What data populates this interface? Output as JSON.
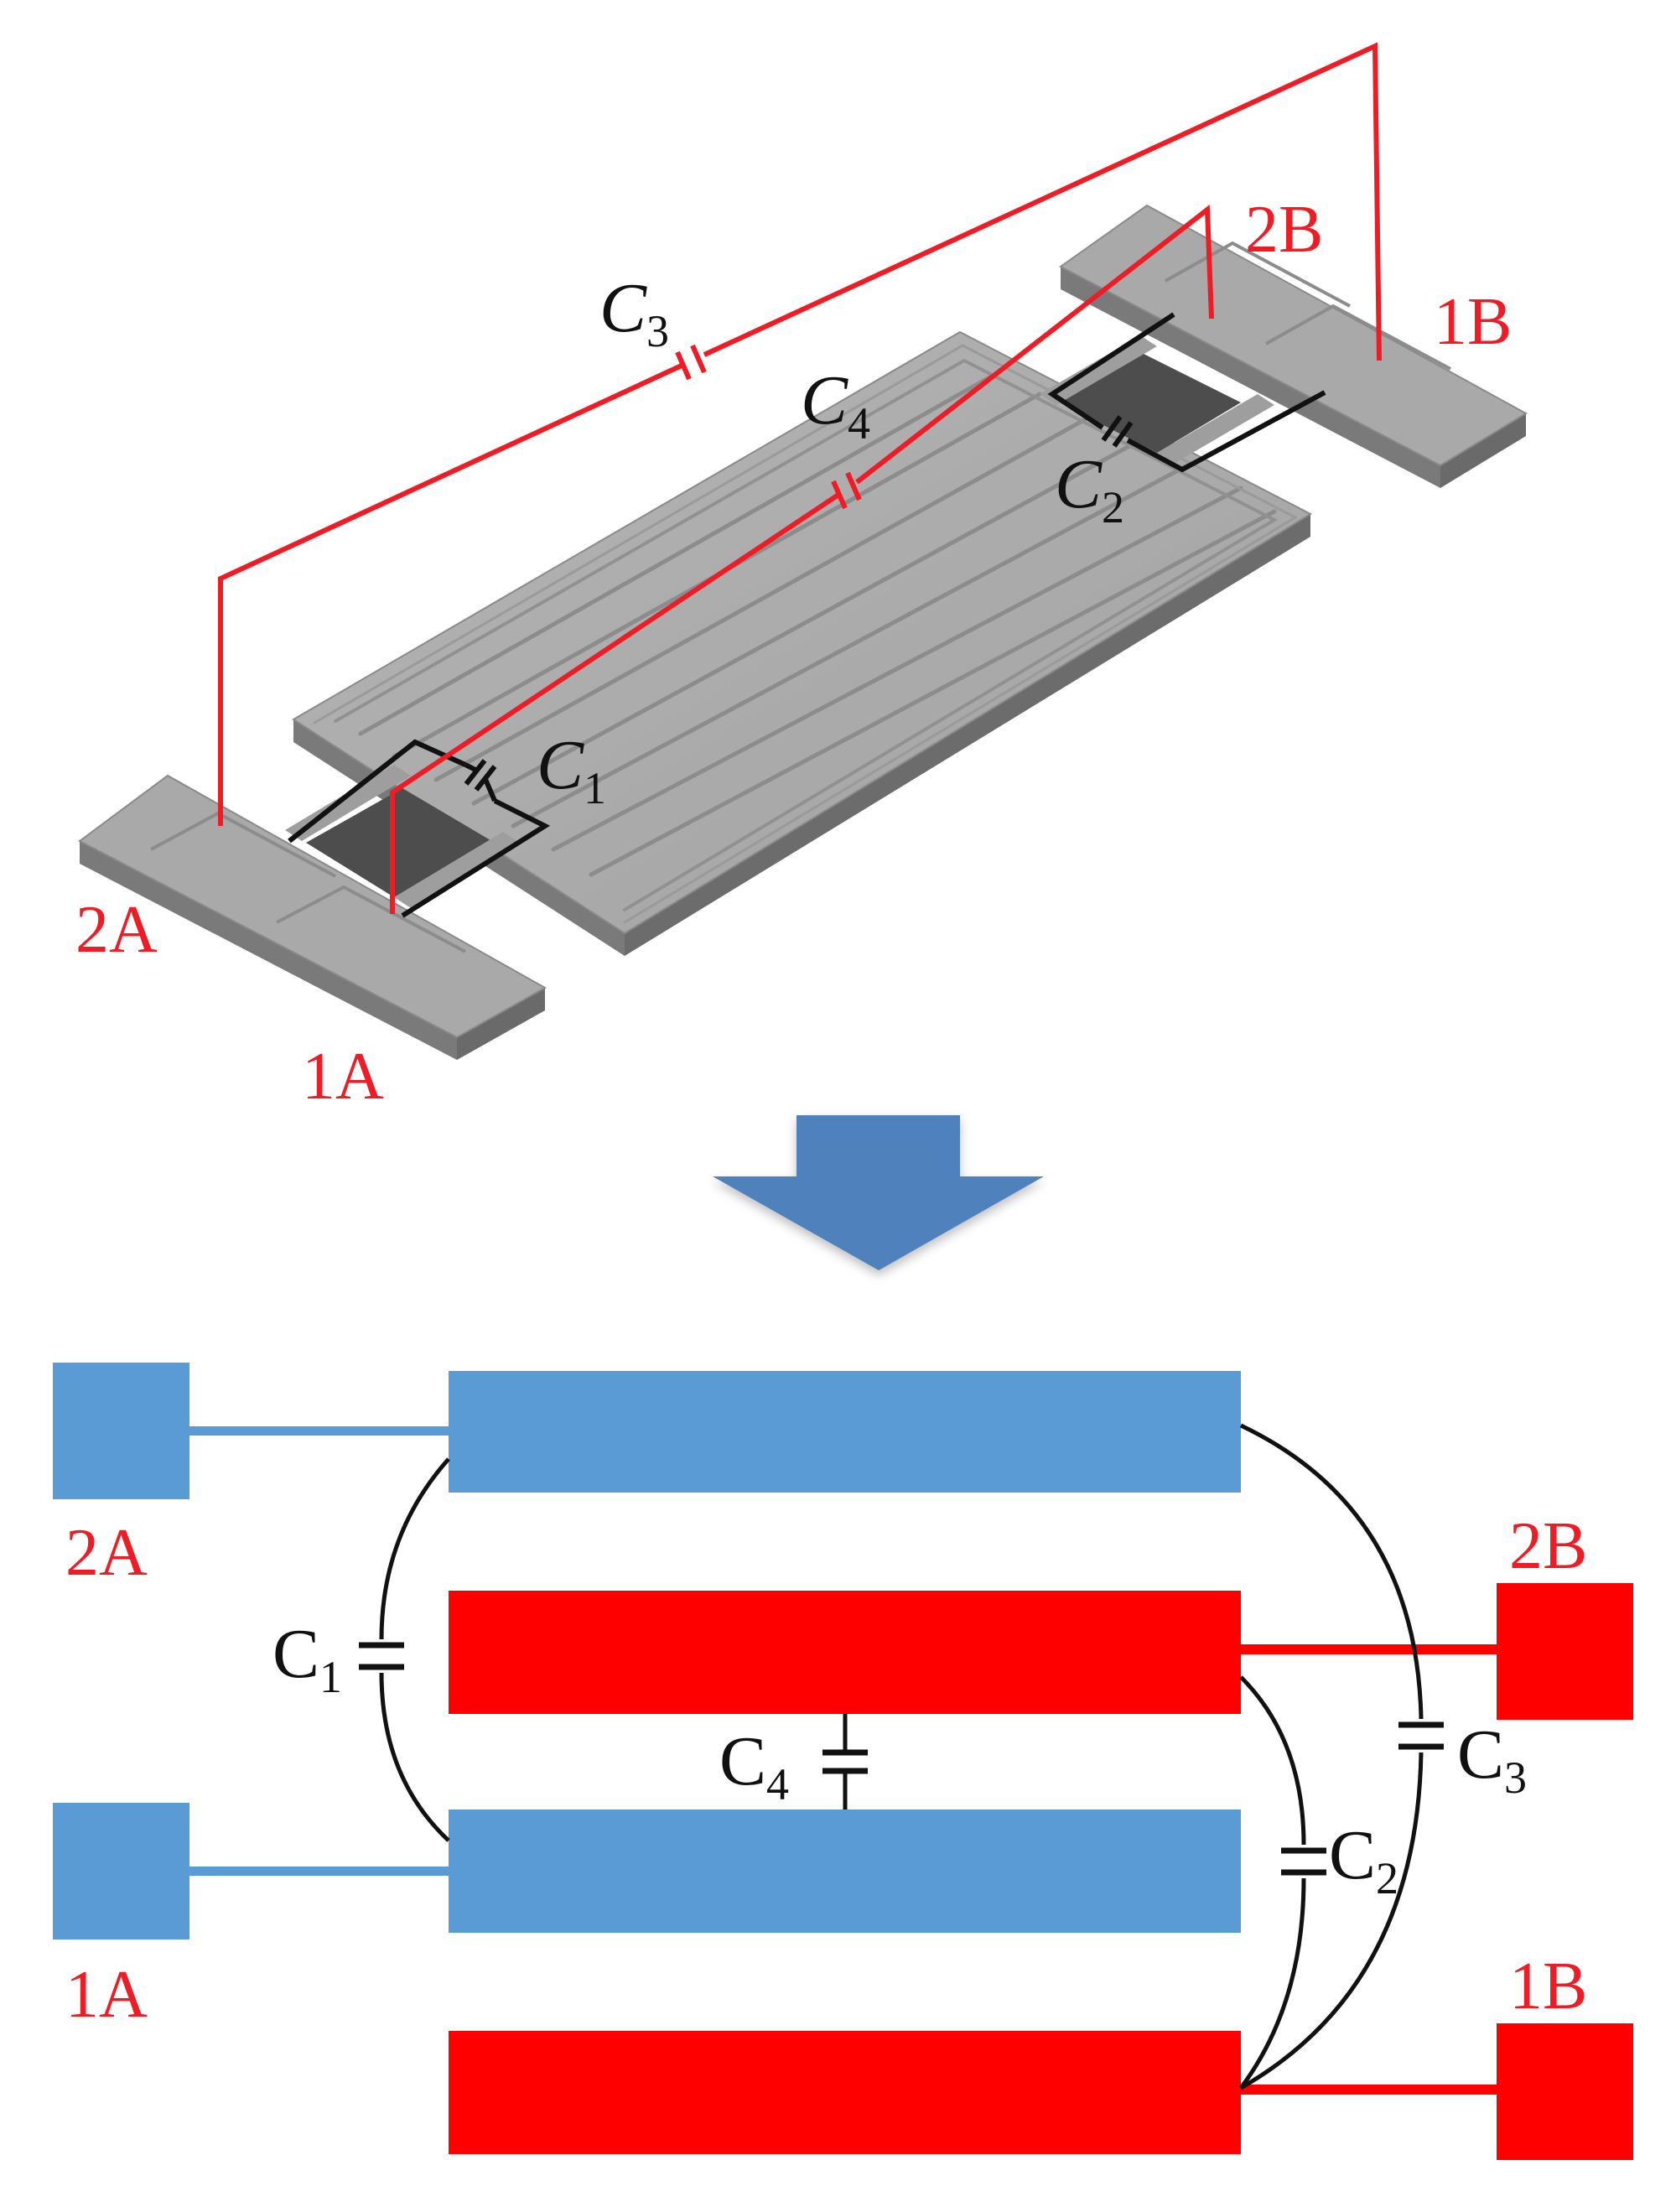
{
  "figure": {
    "top_diagram": {
      "terminals": {
        "t2A": "2A",
        "t1A": "1A",
        "t2B": "2B",
        "t1B": "1B"
      },
      "capacitors": {
        "c1": {
          "letter": "C",
          "sub": "1"
        },
        "c2": {
          "letter": "C",
          "sub": "2"
        },
        "c3": {
          "letter": "C",
          "sub": "3"
        },
        "c4": {
          "letter": "C",
          "sub": "4"
        }
      }
    },
    "arrow": {
      "icon": "down-arrow-icon",
      "color": "#4f81bd"
    },
    "bottom_diagram": {
      "terminals": {
        "t2A": "2A",
        "t1A": "1A",
        "t2B": "2B",
        "t1B": "1B"
      },
      "capacitors": {
        "c1": {
          "letter": "C",
          "sub": "1"
        },
        "c2": {
          "letter": "C",
          "sub": "2"
        },
        "c3": {
          "letter": "C",
          "sub": "3"
        },
        "c4": {
          "letter": "C",
          "sub": "4"
        }
      }
    },
    "colors": {
      "blue_electrode": "#5b9bd5",
      "red_electrode": "#ff0000",
      "label_red": "#ee1c25",
      "wire_black": "#111111",
      "device_gray": "#a6a6a6"
    }
  }
}
